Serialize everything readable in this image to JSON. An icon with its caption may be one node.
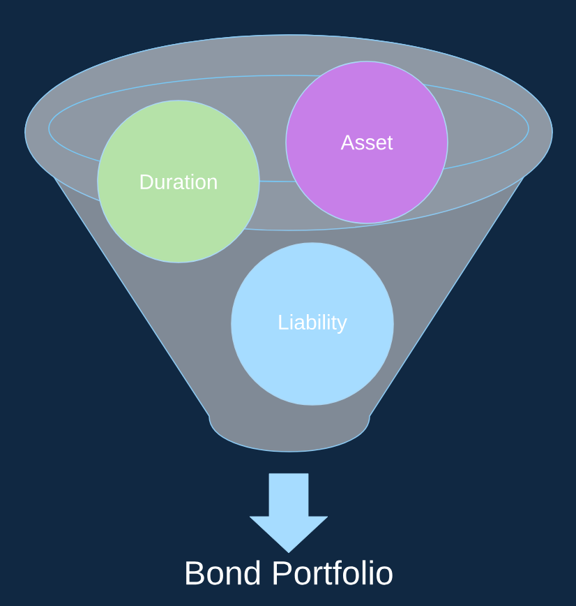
{
  "diagram": {
    "nodes": [
      {
        "text": [],
        "shape": "funnel"
      },
      {
        "text": [
          "Duration"
        ],
        "in": 0
      },
      {
        "text": [
          "Asset"
        ],
        "in": 0
      },
      {
        "text": [
          "Liability"
        ],
        "in": 0
      },
      {
        "text": [
          "Bond Portfolio"
        ]
      }
    ],
    "edges": [
      {
        "from": 0,
        "to": 4,
        "arrow": "to",
        "style": "thick"
      }
    ]
  }
}
